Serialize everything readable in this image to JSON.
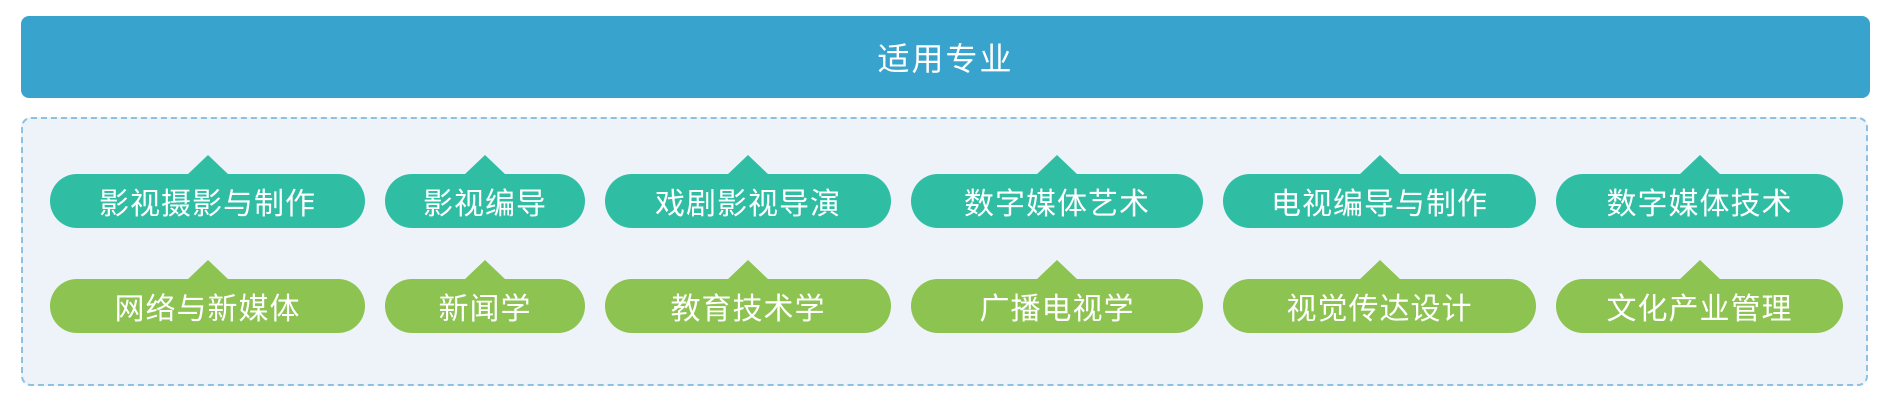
{
  "header": {
    "title": "适用专业"
  },
  "colors": {
    "header_bg": "#38a3cc",
    "teal": "#2fbea4",
    "green": "#8cc351",
    "panel_bg": "#edf3f8",
    "panel_border": "#8ec0e4",
    "pill_text": "#ffffff"
  },
  "panel": {
    "rows": [
      {
        "color_key": "teal",
        "items": [
          "影视摄影与制作",
          "影视编导",
          "戏剧影视导演",
          "数字媒体艺术",
          "电视编导与制作",
          "数字媒体技术"
        ]
      },
      {
        "color_key": "green",
        "items": [
          "网络与新媒体",
          "新闻学",
          "教育技术学",
          "广播电视学",
          "视觉传达设计",
          "文化产业管理"
        ]
      }
    ]
  }
}
